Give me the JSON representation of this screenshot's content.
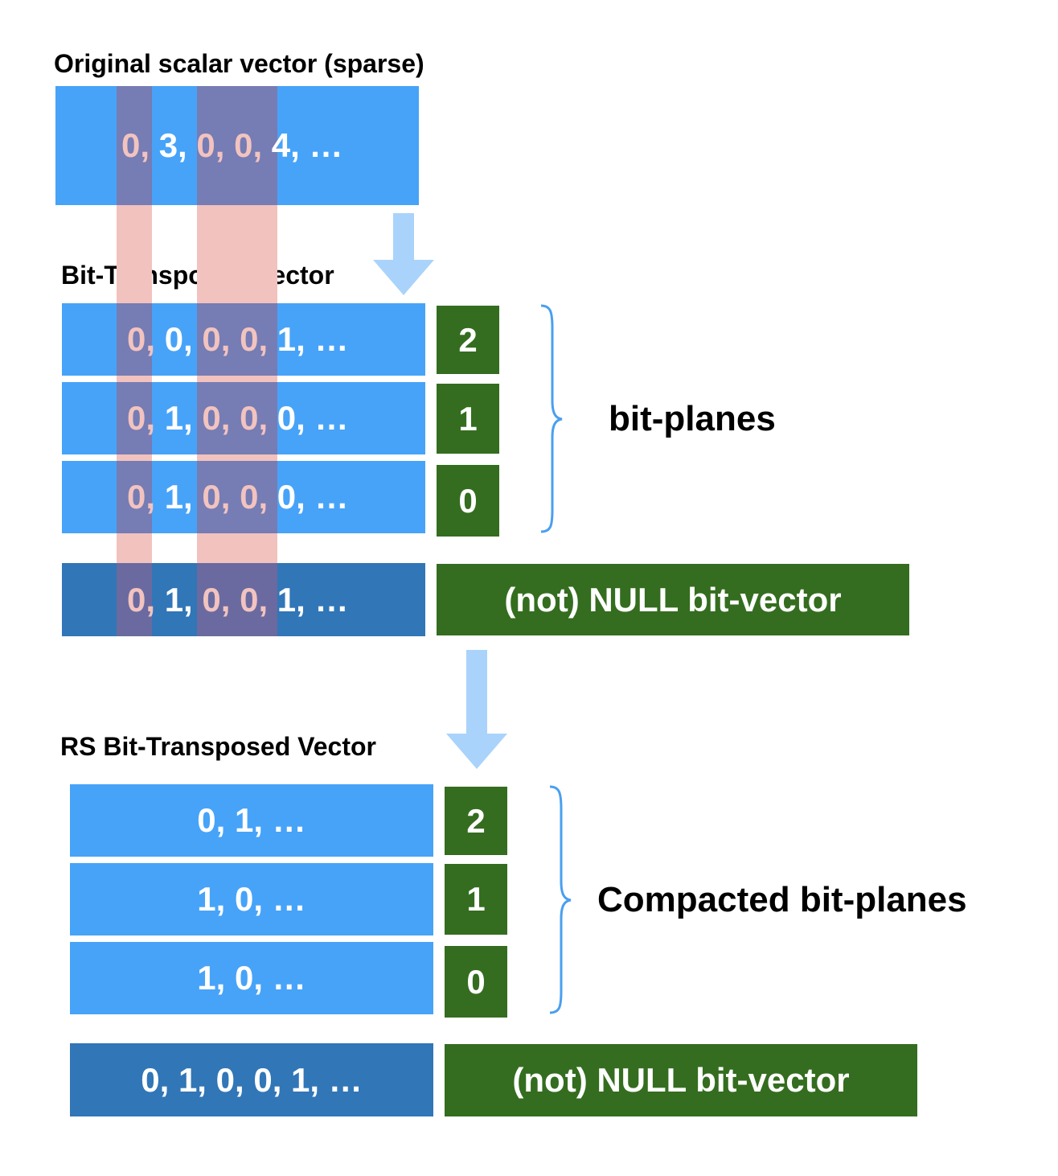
{
  "original": {
    "title": "Original scalar vector  (sparse)",
    "tokens": [
      {
        "t": "0,",
        "hl": true
      },
      {
        "t": " 3,",
        "hl": false
      },
      {
        "t": " 0, 0,",
        "hl": true
      },
      {
        "t": " 4, …",
        "hl": false
      }
    ]
  },
  "bit_transposed": {
    "title": "Bit-Transposed Vector",
    "rows": [
      {
        "label": "2",
        "tokens": [
          {
            "t": "0,",
            "hl": true
          },
          {
            "t": " 0,",
            "hl": false
          },
          {
            "t": " 0, 0,",
            "hl": true
          },
          {
            "t": " 1, …",
            "hl": false
          }
        ]
      },
      {
        "label": "1",
        "tokens": [
          {
            "t": "0,",
            "hl": true
          },
          {
            "t": " 1,",
            "hl": false
          },
          {
            "t": " 0, 0,",
            "hl": true
          },
          {
            "t": " 0, …",
            "hl": false
          }
        ]
      },
      {
        "label": "0",
        "tokens": [
          {
            "t": "0,",
            "hl": true
          },
          {
            "t": " 1,",
            "hl": false
          },
          {
            "t": " 0, 0,",
            "hl": true
          },
          {
            "t": " 0, …",
            "hl": false
          }
        ]
      }
    ],
    "null_row": {
      "tokens": [
        {
          "t": "0,",
          "hl": true
        },
        {
          "t": " 1,",
          "hl": false
        },
        {
          "t": " 0, 0,",
          "hl": true
        },
        {
          "t": " 1, …",
          "hl": false
        }
      ]
    },
    "null_label": "(not) NULL bit-vector",
    "brace_label": "bit-planes"
  },
  "rs": {
    "title": "RS Bit-Transposed Vector",
    "rows": [
      {
        "label": "2",
        "text": "0, 1, …"
      },
      {
        "label": "1",
        "text": "1, 0, …"
      },
      {
        "label": "0",
        "text": "1, 0, …"
      }
    ],
    "null_text": "0, 1, 0, 0, 1, …",
    "null_label": "(not) NULL bit-vector",
    "brace_label": "Compacted bit-planes"
  },
  "colors": {
    "light_blue": "#47a3f8",
    "dark_blue": "#3176b7",
    "green": "#346d1f",
    "highlight": "#f2c3bf",
    "arrow": "#a9d3fb"
  }
}
